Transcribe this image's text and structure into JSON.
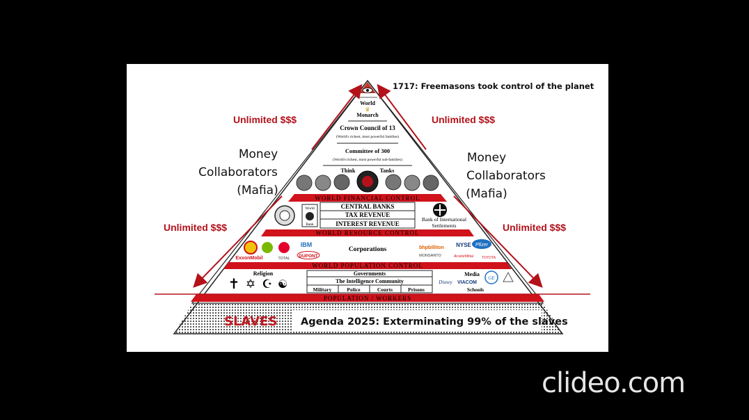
{
  "labels": {
    "top_note": "1717: Freemasons took control of the planet",
    "unlimited": "Unlimited $$$",
    "money_left": [
      "Money",
      "Collaborators",
      "(Mafia)"
    ],
    "money_right": [
      "Money",
      "Collaborators",
      "(Mafia)"
    ],
    "slaves": "SLAVES",
    "agenda": "Agenda 2025: Exterminating 99% of the slaves"
  },
  "tiers": {
    "monarch": [
      "World",
      "Monarch"
    ],
    "crown_council": {
      "title": "Crown Council of 13",
      "subtitle": "(World's richest, most powerful families)"
    },
    "committee": {
      "title": "Committee of 300",
      "subtitle": "(World's richest, most powerful sub-families)"
    },
    "think_tanks": {
      "left": "Think",
      "right": "Tanks"
    },
    "financial_band": "WORLD FINANCIAL CONTROL",
    "banks": {
      "world_bank": [
        "World",
        "Bank"
      ],
      "rows": [
        "CENTRAL BANKS",
        "TAX REVENUE",
        "INTEREST REVENUE"
      ],
      "bis": [
        "Bank of International",
        "Settlements"
      ]
    },
    "resource_band": "WORLD RESOURCE CONTROL",
    "corporations": {
      "title": "Corporations",
      "left_logos": [
        "IBM",
        "DUPONT",
        "ExxonMobil",
        "TOTAL"
      ],
      "right_logos": [
        "bhpbilliton",
        "NYSE",
        "Pfizer",
        "MONSANTO",
        "ArcelorMittal",
        "TOYOTA"
      ]
    },
    "population_band": "WORLD POPULATION CONTROL",
    "society": {
      "religion": "Religion",
      "religion_symbols": [
        "✝",
        "✡",
        "☪",
        "☯"
      ],
      "governments": "Governments",
      "intelligence": "The Intelligence Community",
      "cells": [
        "Military",
        "Police",
        "Courts",
        "Prisons"
      ],
      "media": "Media",
      "media_logos": [
        "Disney",
        "VIACOM",
        "GE"
      ],
      "schools": "Schools"
    },
    "workers_band": "POPULATION / WORKERS"
  },
  "colors": {
    "accent": "#b3121b",
    "band": "#d0121b",
    "panel": "#ffffff",
    "background": "#000000"
  },
  "watermark": "clideo.com"
}
